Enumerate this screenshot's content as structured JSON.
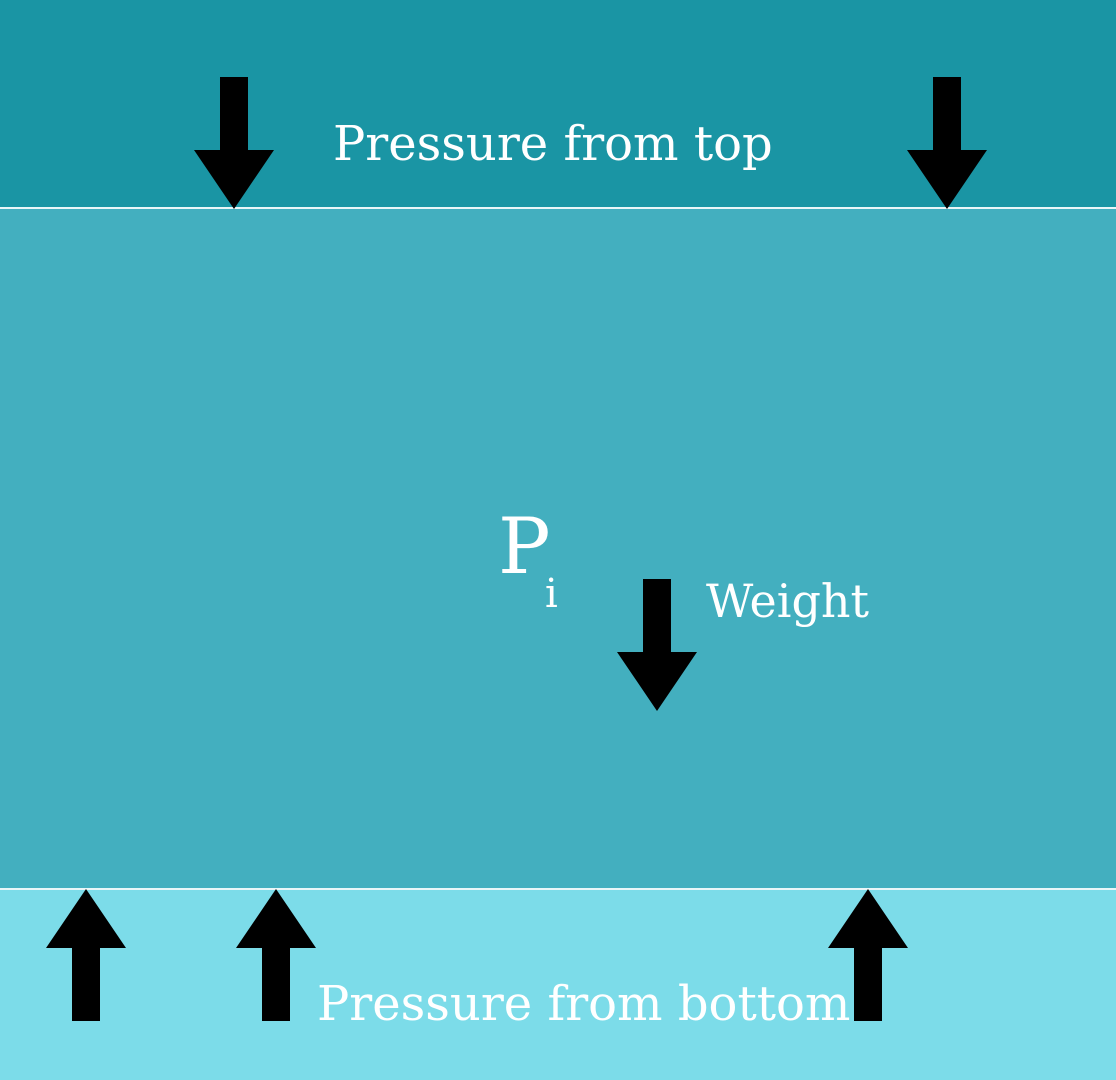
{
  "diagram": {
    "colors": {
      "top_fluid": "#1a95a4",
      "middle_fluid": "#43afbf",
      "bottom_fluid": "#7cdce9",
      "arrows": "#000000",
      "text": "#ffffff"
    },
    "top_label": "Pressure from top",
    "bottom_label": "Pressure from bottom",
    "weight_label": "Weight",
    "symbol": {
      "main": "P",
      "subscript": "i"
    }
  }
}
